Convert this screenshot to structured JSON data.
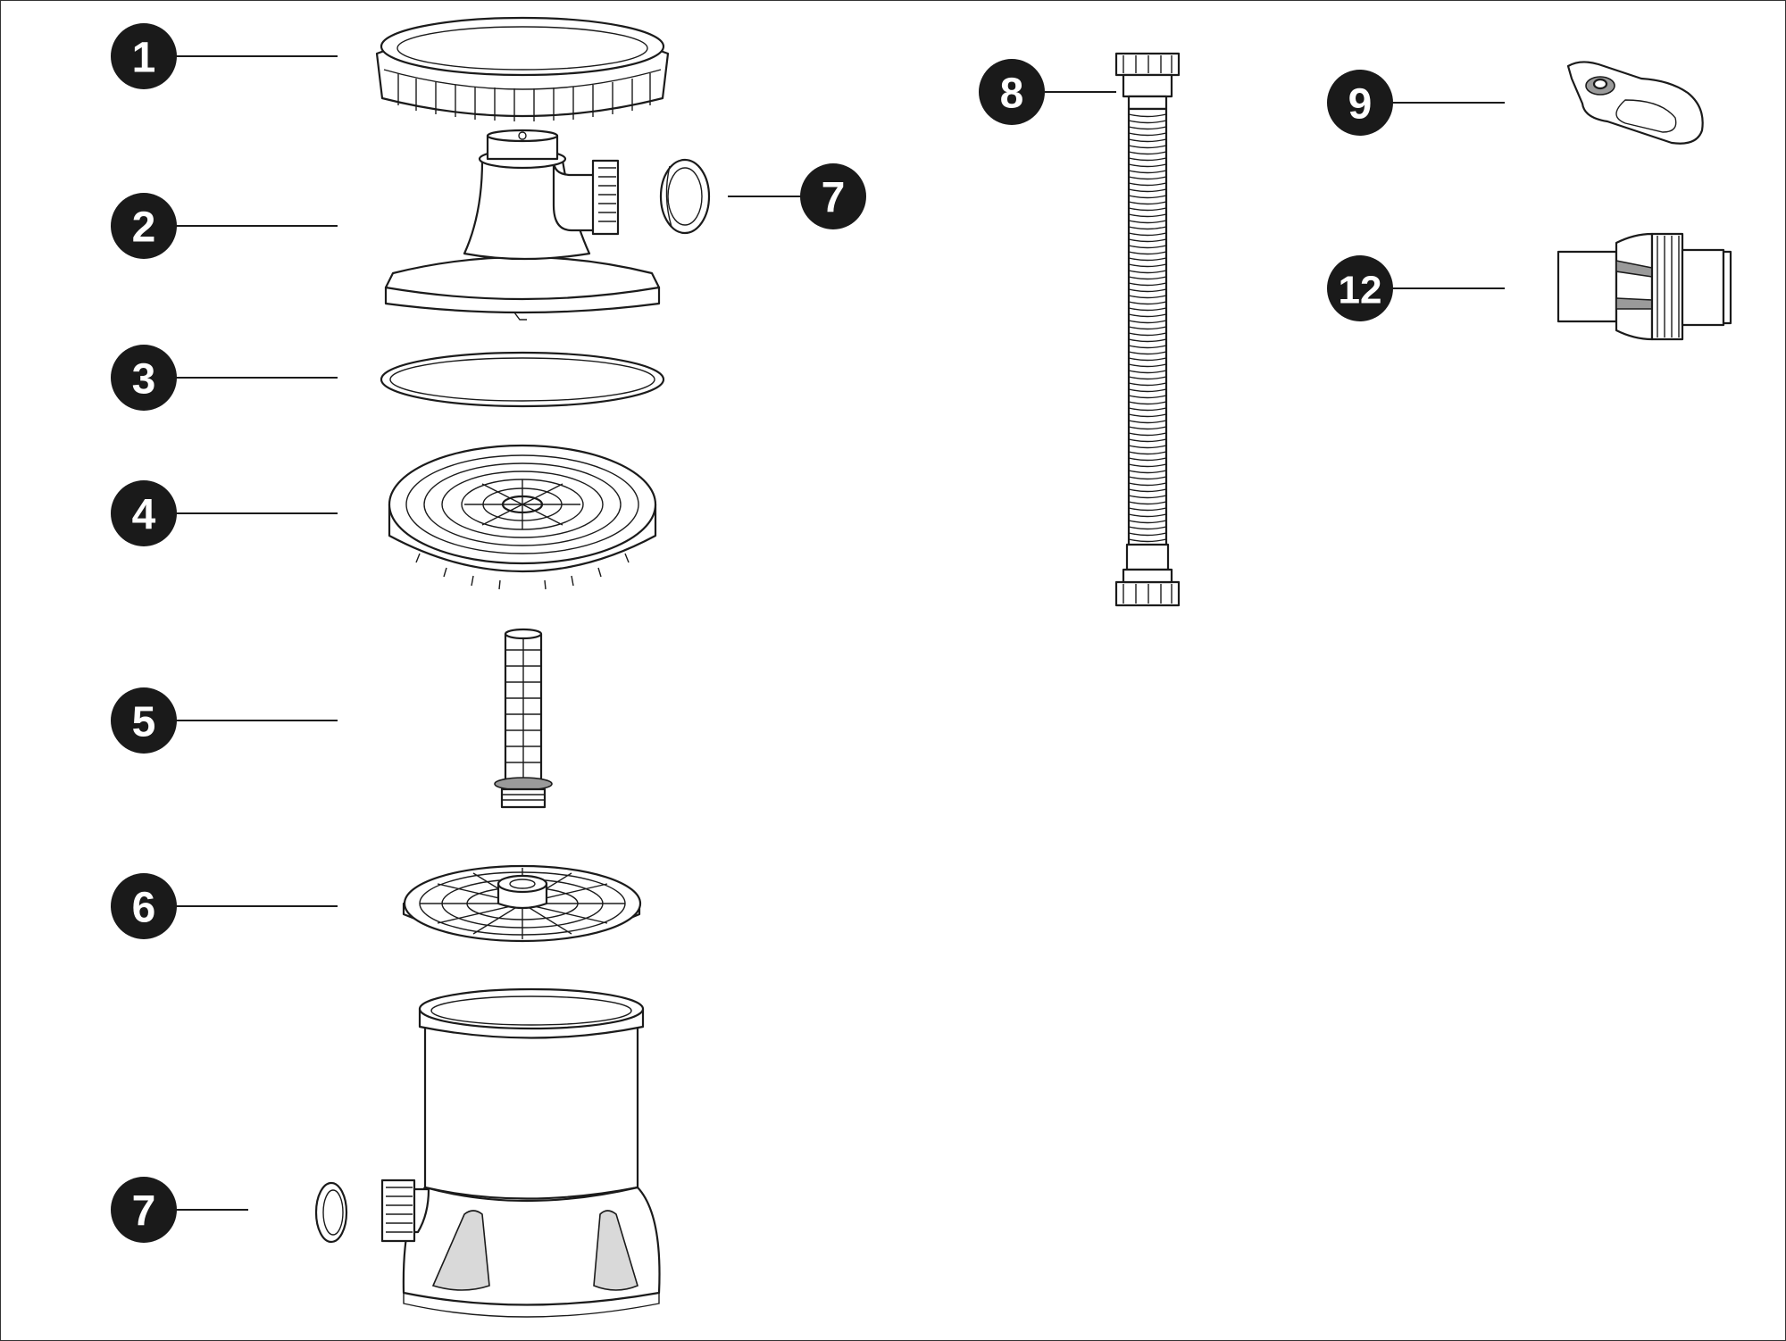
{
  "callouts": [
    {
      "id": "c1",
      "label": "1"
    },
    {
      "id": "c2",
      "label": "2"
    },
    {
      "id": "c3",
      "label": "3"
    },
    {
      "id": "c4",
      "label": "4"
    },
    {
      "id": "c5",
      "label": "5"
    },
    {
      "id": "c6",
      "label": "6"
    },
    {
      "id": "c7a",
      "label": "7"
    },
    {
      "id": "c7b",
      "label": "7"
    },
    {
      "id": "c8",
      "label": "8"
    },
    {
      "id": "c9",
      "label": "9"
    },
    {
      "id": "c12",
      "label": "12"
    }
  ],
  "parts": {
    "p1": "lock-ring-icon",
    "p2": "filter-housing-cover-icon",
    "p3": "o-ring-icon",
    "p4": "filter-screen-icon",
    "p5": "air-release-valve-icon",
    "p6": "filter-plate-icon",
    "p7": "hose-washer-icon",
    "p8": "hose-icon",
    "p9": "hose-clamp-icon",
    "p12": "plunger-valve-adapter-icon",
    "p_base": "filter-base-icon"
  }
}
